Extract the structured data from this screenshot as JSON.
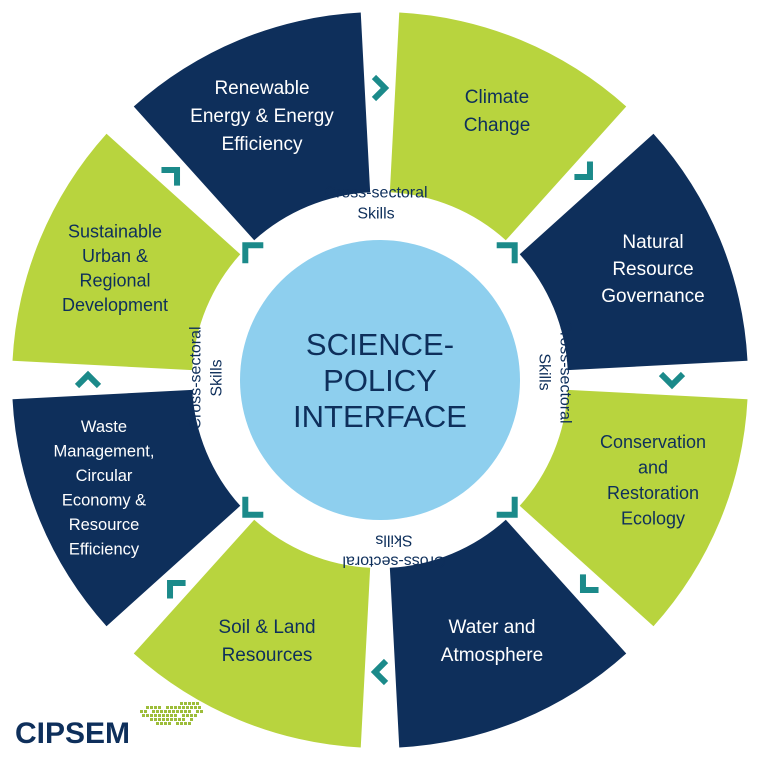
{
  "colors": {
    "navy": "#0e2f5b",
    "lime": "#b8d43e",
    "teal": "#1b8a8a",
    "center": "#8ecfee",
    "logo_dots": "#9dbd3a"
  },
  "center": {
    "lines": [
      "SCIENCE-",
      "POLICY",
      "INTERFACE"
    ]
  },
  "segments": [
    {
      "lines": [
        "Renewable",
        "Energy & Energy",
        "Efficiency"
      ],
      "color": "navy"
    },
    {
      "lines": [
        "Climate",
        "Change"
      ],
      "color": "lime"
    },
    {
      "lines": [
        "Natural",
        "Resource",
        "Governance"
      ],
      "color": "navy"
    },
    {
      "lines": [
        "Conservation",
        "and",
        "Restoration",
        "Ecology"
      ],
      "color": "lime"
    },
    {
      "lines": [
        "Water and",
        "Atmosphere"
      ],
      "color": "navy"
    },
    {
      "lines": [
        "Soil & Land",
        "Resources"
      ],
      "color": "lime"
    },
    {
      "lines": [
        "Waste",
        "Management,",
        "Circular",
        "Economy &",
        "Resource",
        "Efficiency"
      ],
      "color": "navy"
    },
    {
      "lines": [
        "Sustainable",
        "Urban &",
        "Regional",
        "Development"
      ],
      "color": "lime"
    }
  ],
  "skills_labels": [
    {
      "lines": [
        "Cross-sectoral",
        "Skills"
      ]
    },
    {
      "lines": [
        "Cross-sectoral",
        "Skills"
      ]
    },
    {
      "lines": [
        "Cross-sectoral",
        "Skills"
      ]
    },
    {
      "lines": [
        "Cross-sectoral",
        "Skills"
      ]
    }
  ],
  "logo": {
    "text": "CIPSEM"
  }
}
